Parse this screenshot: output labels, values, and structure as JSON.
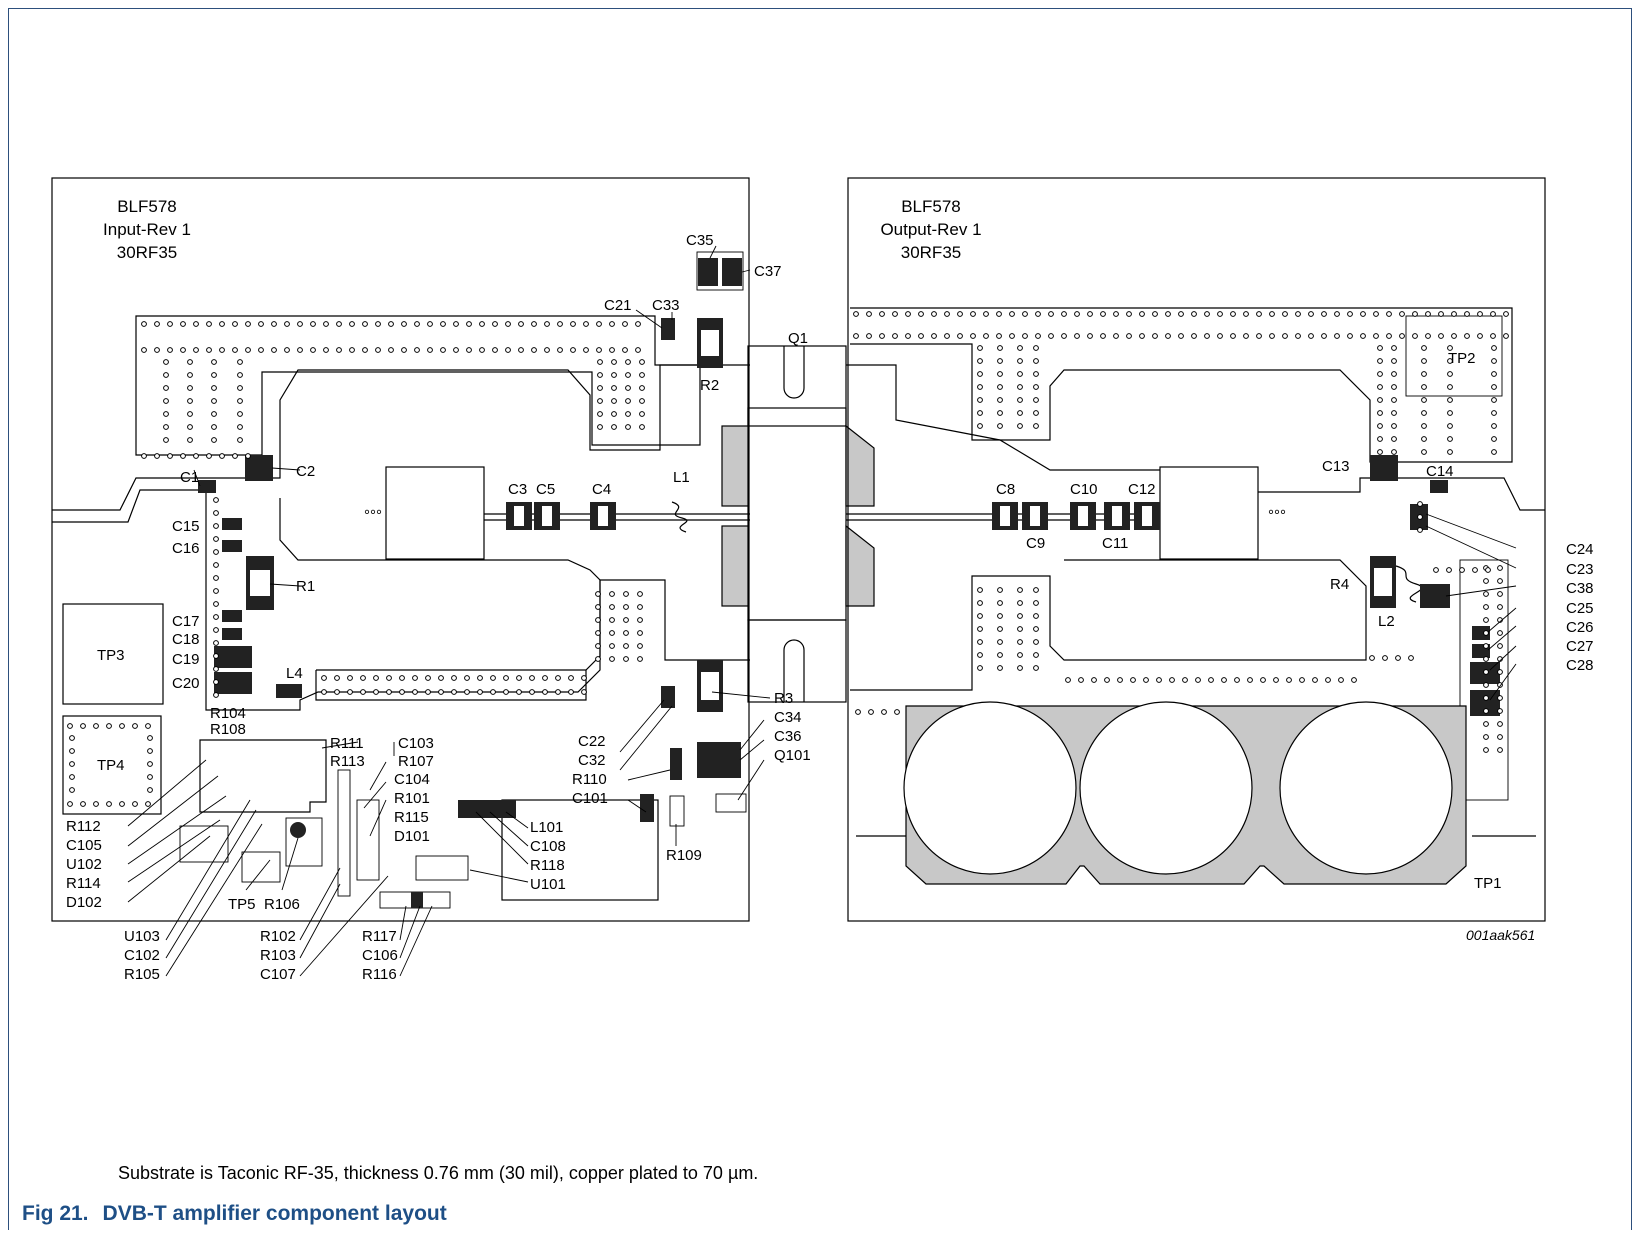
{
  "figure": {
    "number": "Fig 21.",
    "title": "DVB-T amplifier component layout",
    "note": "Substrate is Taconic RF-35, thickness 0.76 mm (30 mil), copper plated to 70 µm.",
    "drawing_code": "001aak561"
  },
  "input_board": {
    "line1": "BLF578",
    "line2": "Input-Rev 1",
    "line3": "30RF35"
  },
  "output_board": {
    "line1": "BLF578",
    "line2": "Output-Rev 1",
    "line3": "30RF35"
  },
  "labels": {
    "C35": "C35",
    "C37": "C37",
    "C21": "C21",
    "C33": "C33",
    "Q1": "Q1",
    "R2": "R2",
    "C2": "C2",
    "C1": "C1",
    "C15": "C15",
    "C16": "C16",
    "R1": "R1",
    "C3": "C3",
    "C5": "C5",
    "C4": "C4",
    "L1": "L1",
    "C17": "C17",
    "C18": "C18",
    "C19": "C19",
    "C20": "C20",
    "TP3": "TP3",
    "L4": "L4",
    "TP4": "TP4",
    "R104": "R104",
    "R108": "R108",
    "R111": "R111",
    "C103": "C103",
    "R113": "R113",
    "R107": "R107",
    "C104": "C104",
    "R101": "R101",
    "R115": "R115",
    "D101": "D101",
    "R3": "R3",
    "C34": "C34",
    "C36": "C36",
    "Q101": "Q101",
    "C22": "C22",
    "C32": "C32",
    "R110": "R110",
    "C101": "C101",
    "R109": "R109",
    "L101": "L101",
    "C108": "C108",
    "R118": "R118",
    "U101": "U101",
    "R112": "R112",
    "C105": "C105",
    "U102": "U102",
    "R114": "R114",
    "D102": "D102",
    "U103": "U103",
    "C102": "C102",
    "R105": "R105",
    "TP5": "TP5",
    "R106": "R106",
    "R102": "R102",
    "R103": "R103",
    "C107": "C107",
    "R117": "R117",
    "C106": "C106",
    "R116": "R116",
    "C8": "C8",
    "C9": "C9",
    "C10": "C10",
    "C11": "C11",
    "C12": "C12",
    "TP2": "TP2",
    "C13": "C13",
    "C14": "C14",
    "R4": "R4",
    "L2": "L2",
    "C24": "C24",
    "C23": "C23",
    "C38": "C38",
    "C25": "C25",
    "C26": "C26",
    "C27": "C27",
    "C28": "C28",
    "TP1": "TP1"
  }
}
